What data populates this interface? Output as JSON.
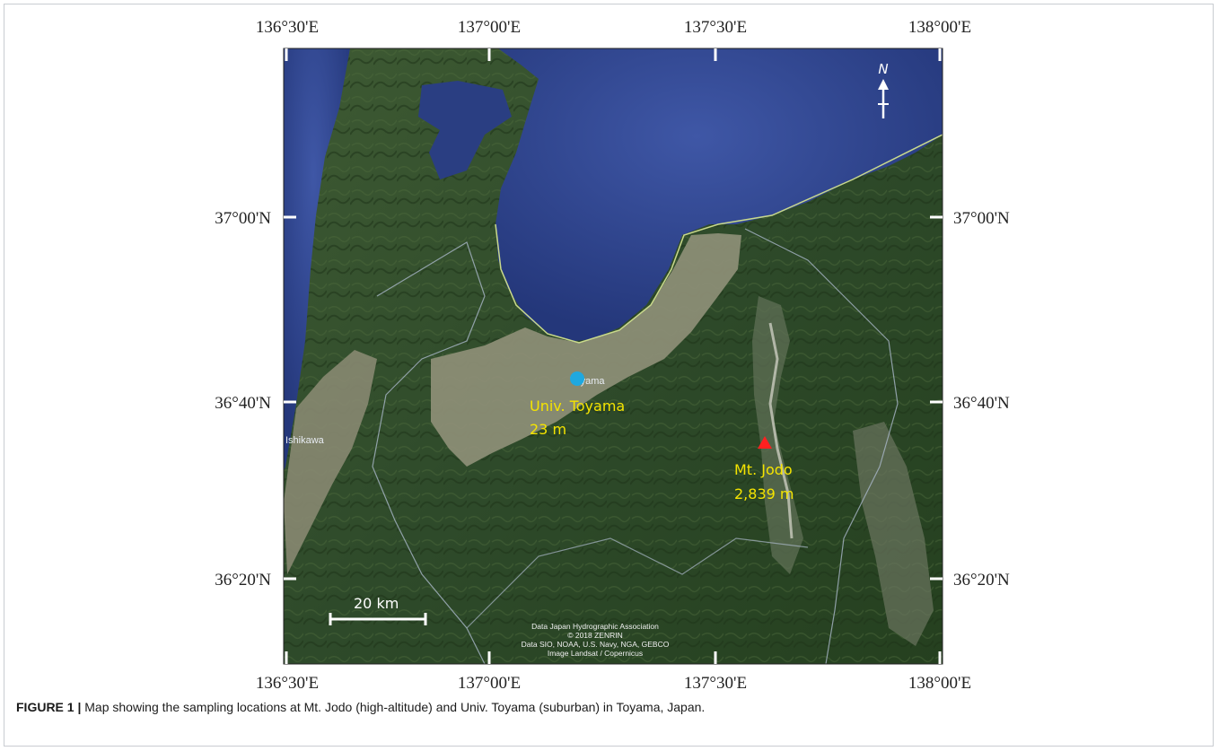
{
  "map": {
    "lon_labels": [
      "136°30'E",
      "137°00'E",
      "137°30'E",
      "138°00'E"
    ],
    "lat_labels": [
      "37°00'N",
      "36°40'N",
      "36°20'N"
    ],
    "sites": [
      {
        "name": "Univ. Toyama",
        "elevation": "23 m",
        "marker": "circle",
        "color": "#1fa8e0"
      },
      {
        "name": "Mt. Jodo",
        "elevation": "2,839 m",
        "marker": "triangle",
        "color": "#ff2020"
      }
    ],
    "place_labels": [
      "Toyama",
      "Ishikawa"
    ],
    "north_label": "N",
    "scale_bar": {
      "label": "20 km"
    },
    "attribution": [
      "Data Japan Hydrographic Association",
      "© 2018 ZENRIN",
      "Data SIO, NOAA, U.S. Navy, NGA, GEBCO",
      "Image Landsat / Copernicus"
    ],
    "colors": {
      "label_yellow": "#f5e400",
      "sea": "#2b3f86",
      "land": "#33502c"
    }
  },
  "caption": {
    "label": "FIGURE 1 |",
    "text": "Map showing the sampling locations at Mt. Jodo (high-altitude) and Univ. Toyama (suburban) in Toyama, Japan."
  }
}
